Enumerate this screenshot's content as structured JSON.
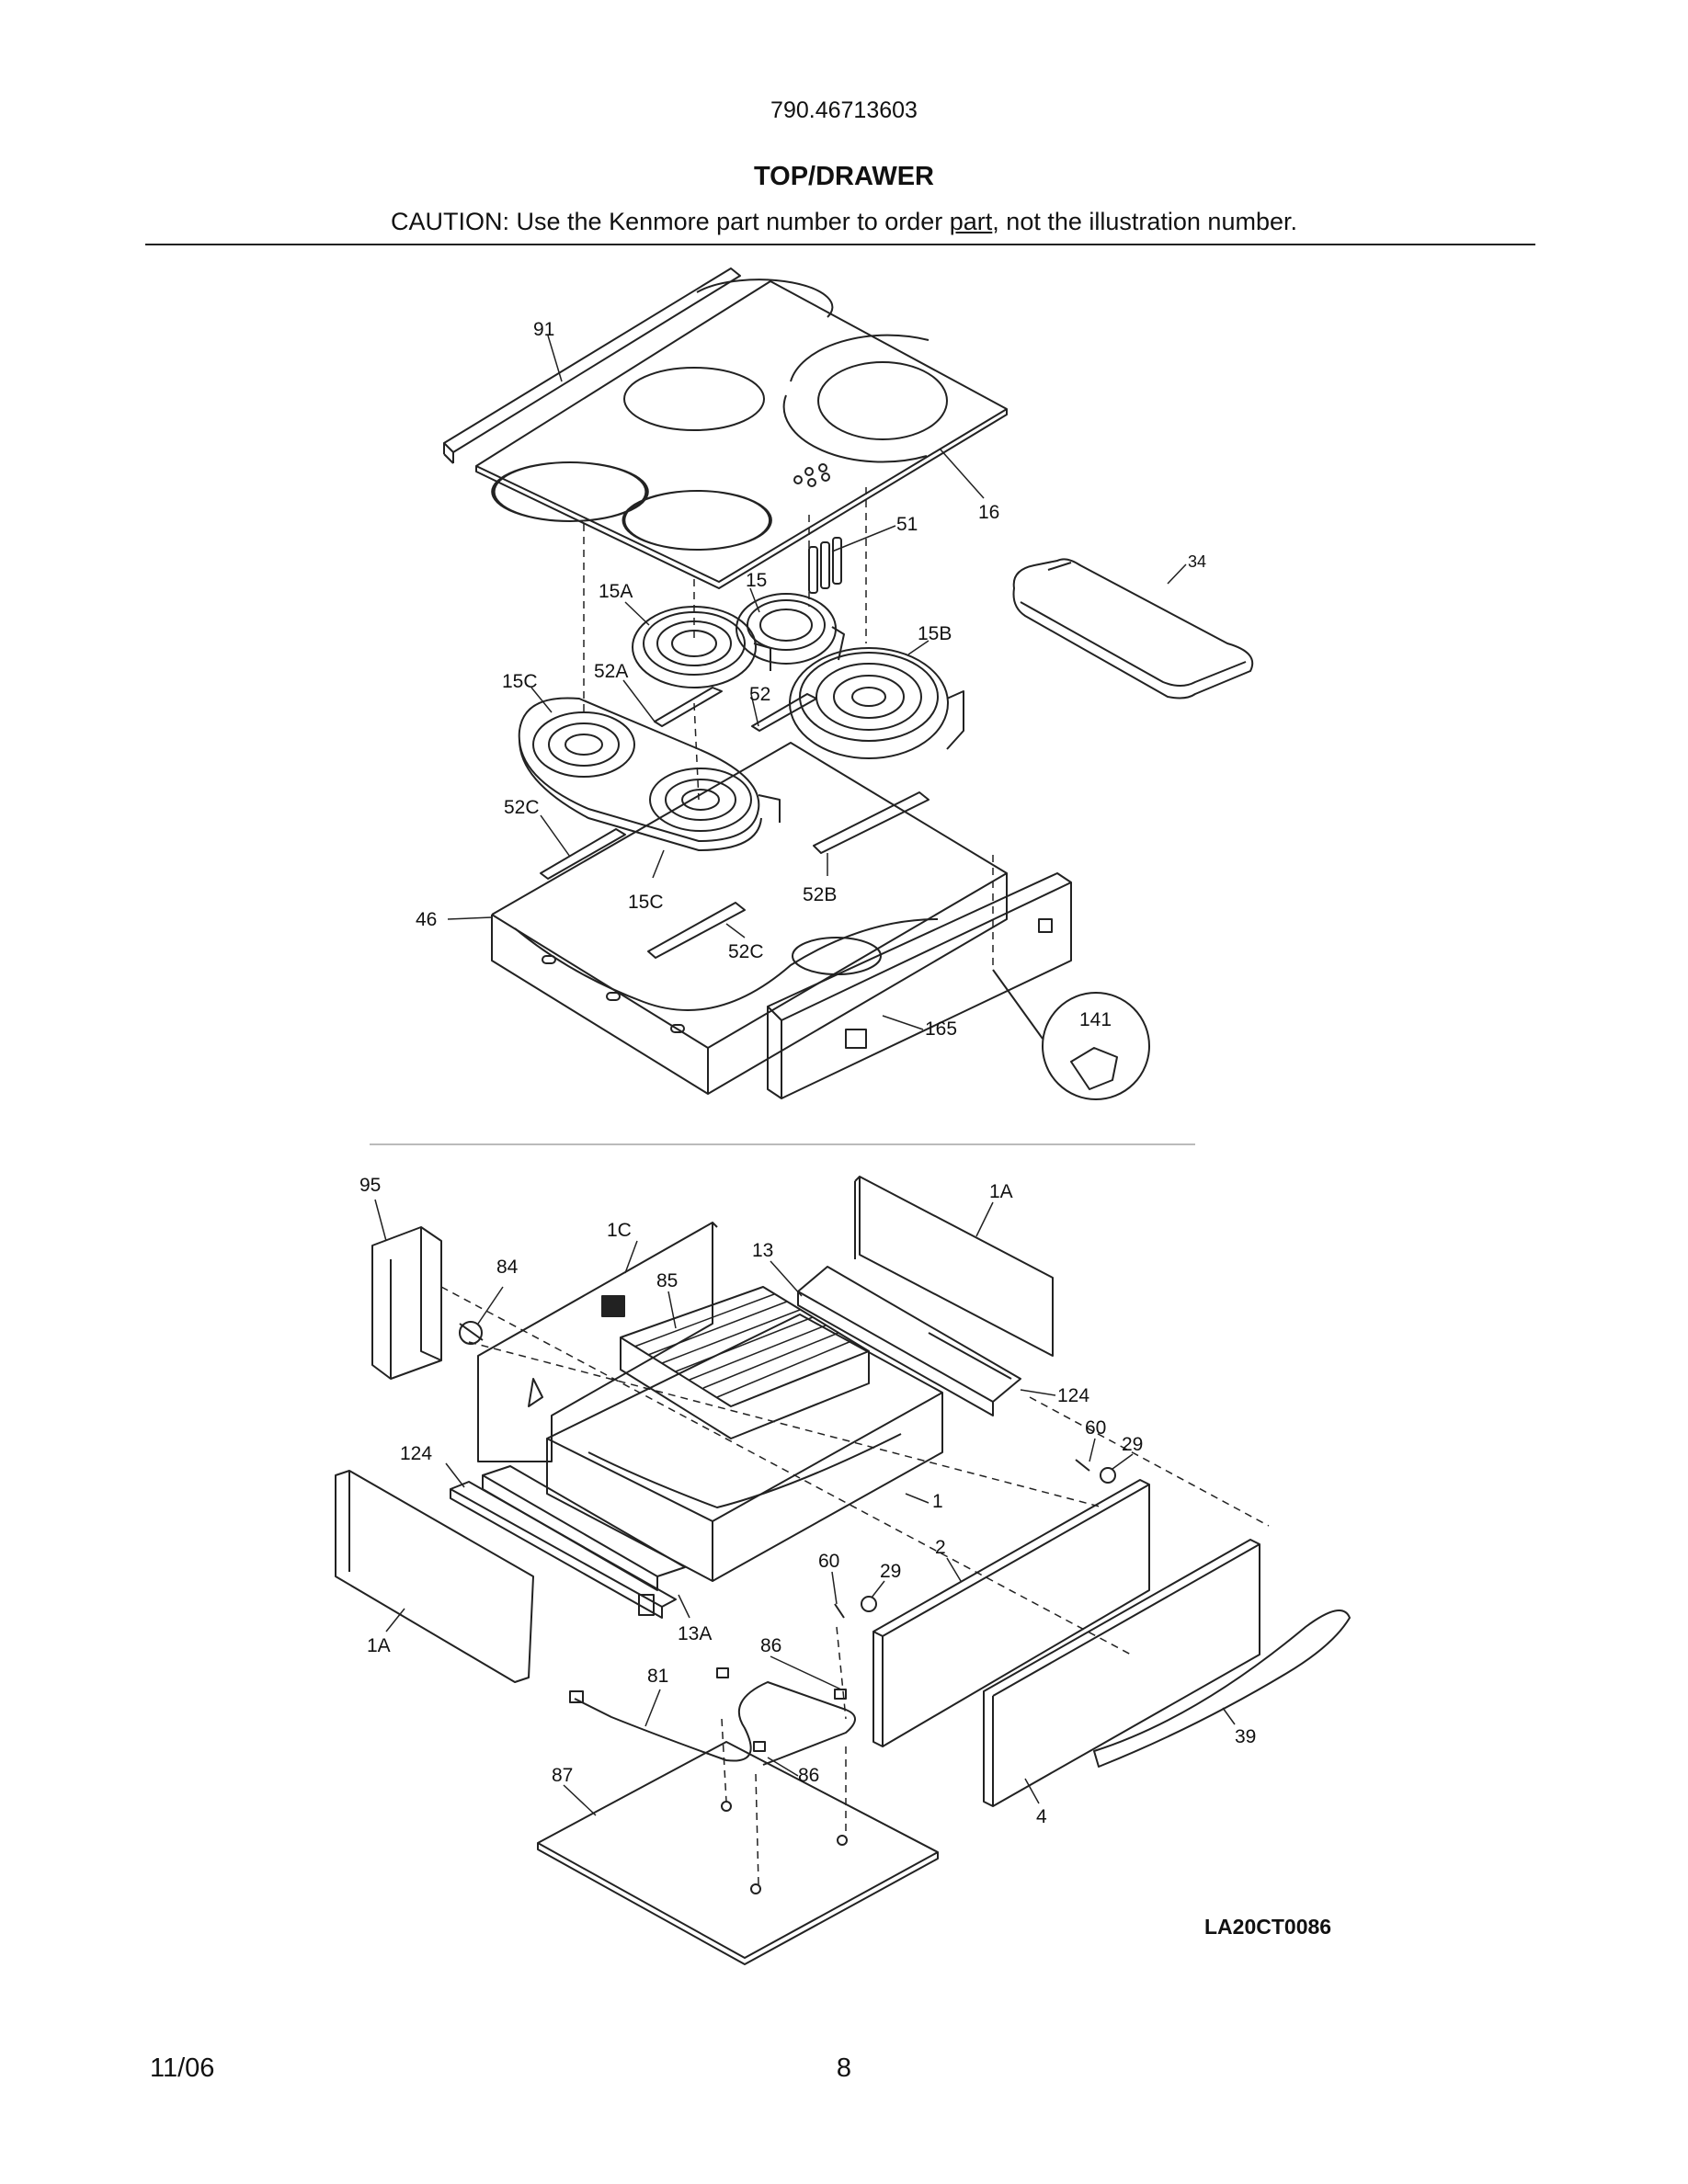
{
  "header": {
    "model_number": "790.46713603",
    "section_title": "TOP/DRAWER",
    "caution_before": "CAUTION: Use the Kenmore part number to order ",
    "caution_underlined": "part",
    "caution_after": ", not the illustration number."
  },
  "diagram": {
    "code": "LA20CT0086",
    "callouts": {
      "c91": "91",
      "c16": "16",
      "c51": "51",
      "c34": "34",
      "c15A": "15A",
      "c15": "15",
      "c15B": "15B",
      "c15C_top": "15C",
      "c52A": "52A",
      "c52": "52",
      "c52C_left": "52C",
      "c15C_bottom": "15C",
      "c52B": "52B",
      "c46": "46",
      "c52C_bottom": "52C",
      "c165": "165",
      "c141": "141",
      "c95": "95",
      "c1C": "1C",
      "c84": "84",
      "c85": "85",
      "c13": "13",
      "c1A_top": "1A",
      "c124_right": "124",
      "c60_right": "60",
      "c29_right": "29",
      "c124_left": "124",
      "c1": "1",
      "c60_mid": "60",
      "c29_mid": "29",
      "c2": "2",
      "c1A_bottom": "1A",
      "c13A": "13A",
      "c86_top": "86",
      "c81": "81",
      "c86_bottom": "86",
      "c87": "87",
      "c39": "39",
      "c4": "4"
    }
  },
  "footer": {
    "date": "11/06",
    "page_number": "8"
  }
}
